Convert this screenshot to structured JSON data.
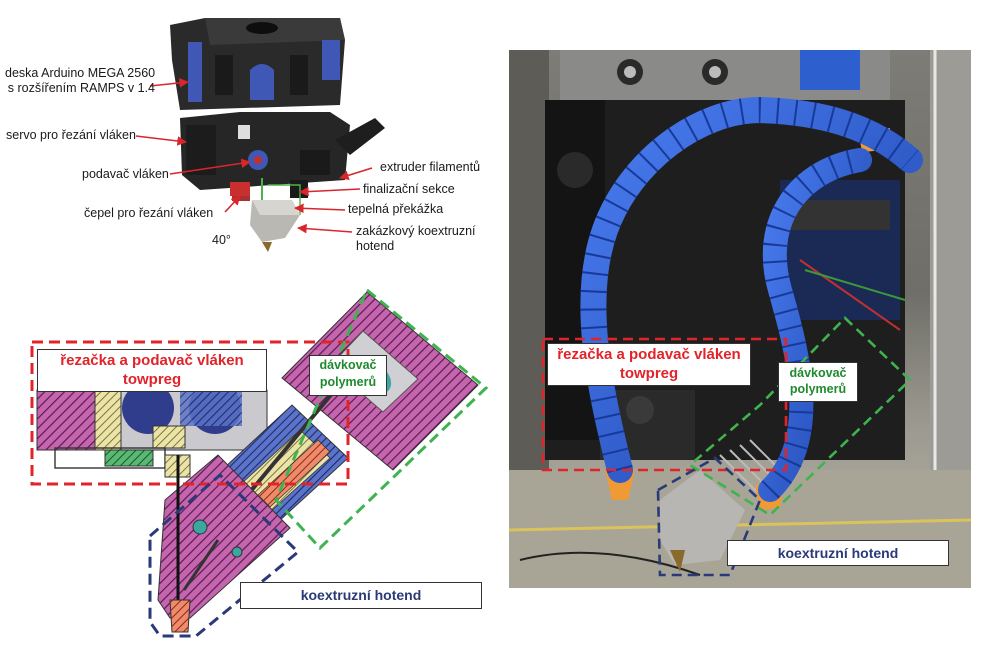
{
  "labels": {
    "arduino_line1": "deska Arduino MEGA 2560",
    "arduino_line2": "s rozšířením RAMPS v 1.4",
    "servo": "servo pro řezání vláken",
    "feeder": "podavač vláken",
    "blade": "čepel pro řezání vláken",
    "angle": "40°",
    "extruder": "extruder filamentů",
    "finishing": "finalizační sekce",
    "heat_break": "tepelná překážka",
    "hotend_line1": "zakázkový koextruzní",
    "hotend_line2": "hotend"
  },
  "section_titles": {
    "cutter_line1": "řezačka a podavač vláken",
    "cutter_line2": "towpreg",
    "doser_line1": "dávkovač",
    "doser_line2": "polymerů",
    "hotend": "koextruzní hotend"
  },
  "colors": {
    "cutter_frame": "#e0242a",
    "doser_frame": "#3fb34f",
    "hotend_frame": "#2a3a78",
    "hatch_magenta": "#b9439c",
    "hatch_blue": "#3a57b5",
    "hatch_yellow": "#e5d98a",
    "hatch_green": "#3aa85a",
    "hatch_orange": "#e06a3a",
    "plate_grey": "#c8c8cc",
    "hose_blue": "#2c5fd4",
    "nozzle_orange": "#f09a35",
    "arrow_red": "#d8262c"
  }
}
